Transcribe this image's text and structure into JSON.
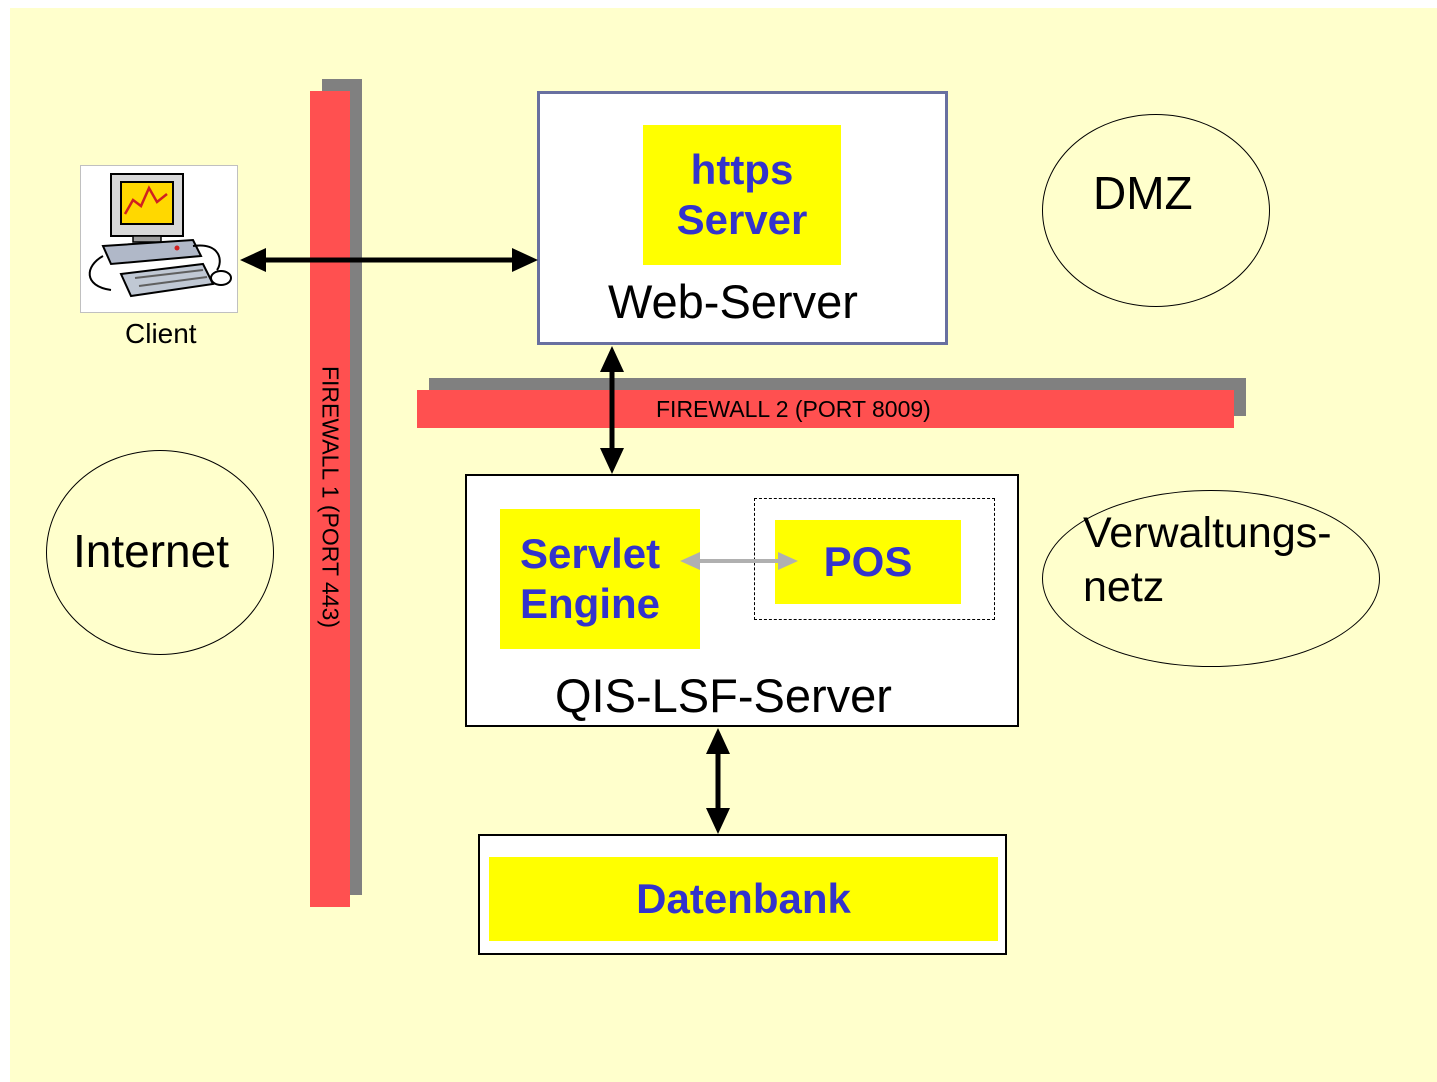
{
  "zones": {
    "dmz": "DMZ",
    "internet": "Internet",
    "verwaltungsnetz_line1": "Verwaltungs-",
    "verwaltungsnetz_line2": "netz"
  },
  "client": {
    "label": "Client",
    "icon": "computer-icon"
  },
  "firewall1": {
    "label": "FIREWALL 1 (PORT 443)"
  },
  "firewall2": {
    "label": "FIREWALL 2 (PORT 8009)"
  },
  "web_server": {
    "label": "Web-Server",
    "component_line1": "https",
    "component_line2": "Server"
  },
  "qis_server": {
    "label": "QIS-LSF-Server",
    "servlet_line1": "Servlet",
    "servlet_line2": "Engine",
    "pos": "POS"
  },
  "database": {
    "label": "Datenbank"
  },
  "colors": {
    "background": "#ffffcc",
    "firewall": "#ff5050",
    "firewall_shadow": "#808080",
    "component_fill": "#ffff00",
    "component_text": "#3333cc"
  }
}
